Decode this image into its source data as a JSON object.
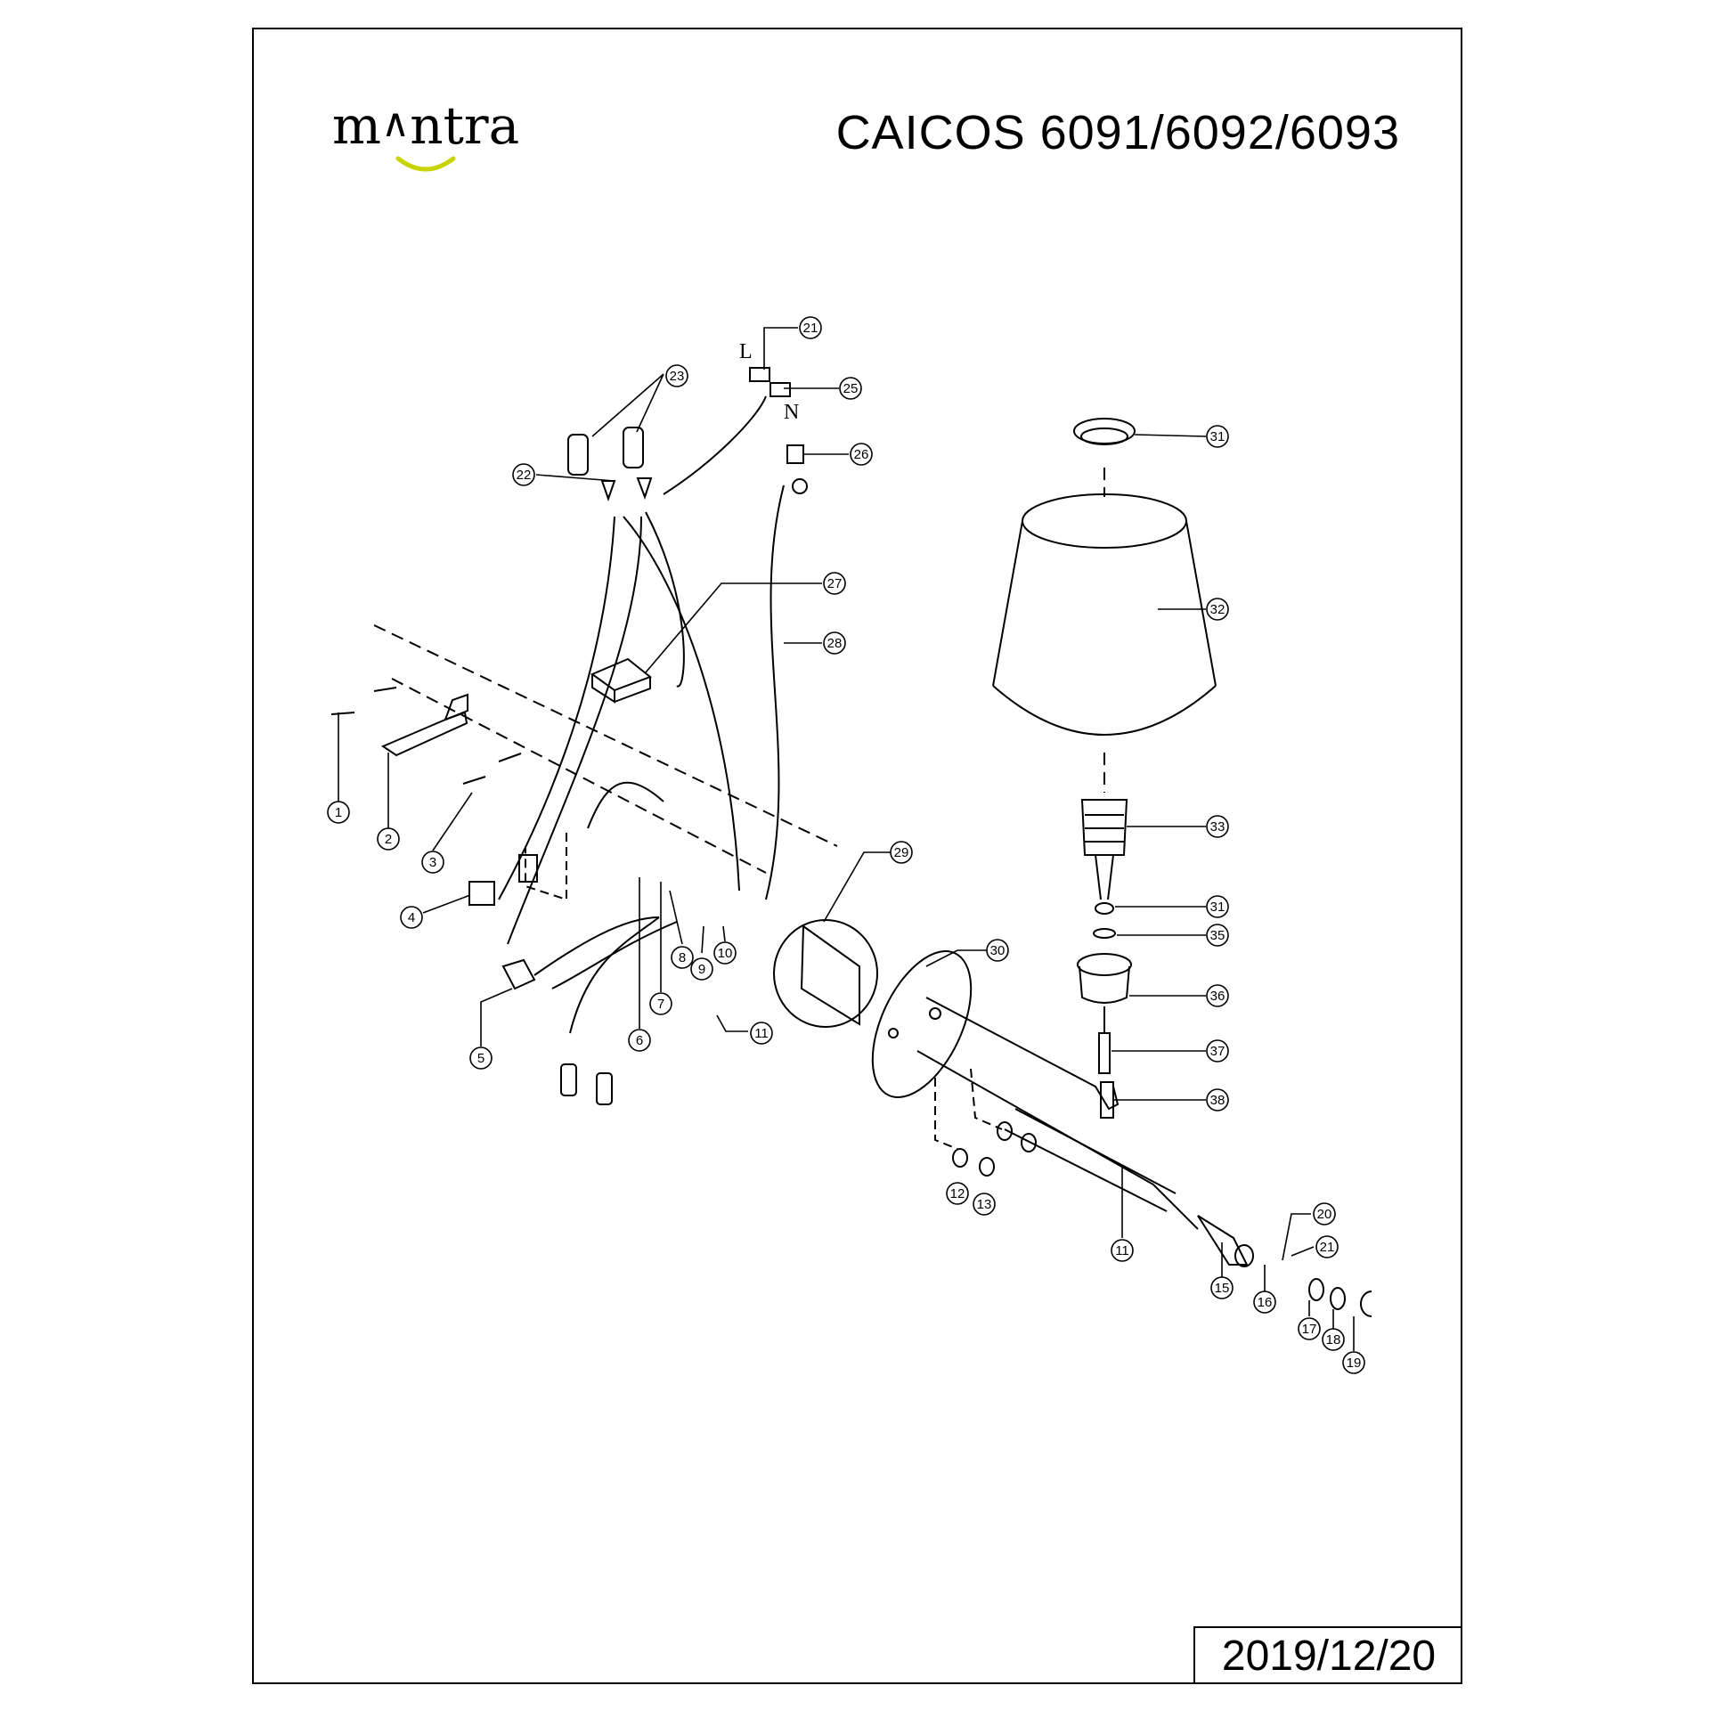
{
  "brand": {
    "name": "mantra",
    "left_part": "m",
    "caret": "∧",
    "right_part": "ntra"
  },
  "title": "CAICOS  6091/6092/6093",
  "date": "2019/12/20",
  "wire_labels": {
    "live": "L",
    "neutral": "N"
  },
  "callouts": [
    "1",
    "2",
    "3",
    "4",
    "5",
    "6",
    "7",
    "8",
    "9",
    "10",
    "11",
    "11",
    "12",
    "13",
    "15",
    "16",
    "17",
    "18",
    "19",
    "20",
    "21",
    "21",
    "22",
    "23",
    "25",
    "26",
    "27",
    "28",
    "29",
    "30",
    "31",
    "31",
    "32",
    "33",
    "35",
    "36",
    "37",
    "38"
  ],
  "colors": {
    "line": "#000000",
    "logo_smile": "#c8d400"
  }
}
